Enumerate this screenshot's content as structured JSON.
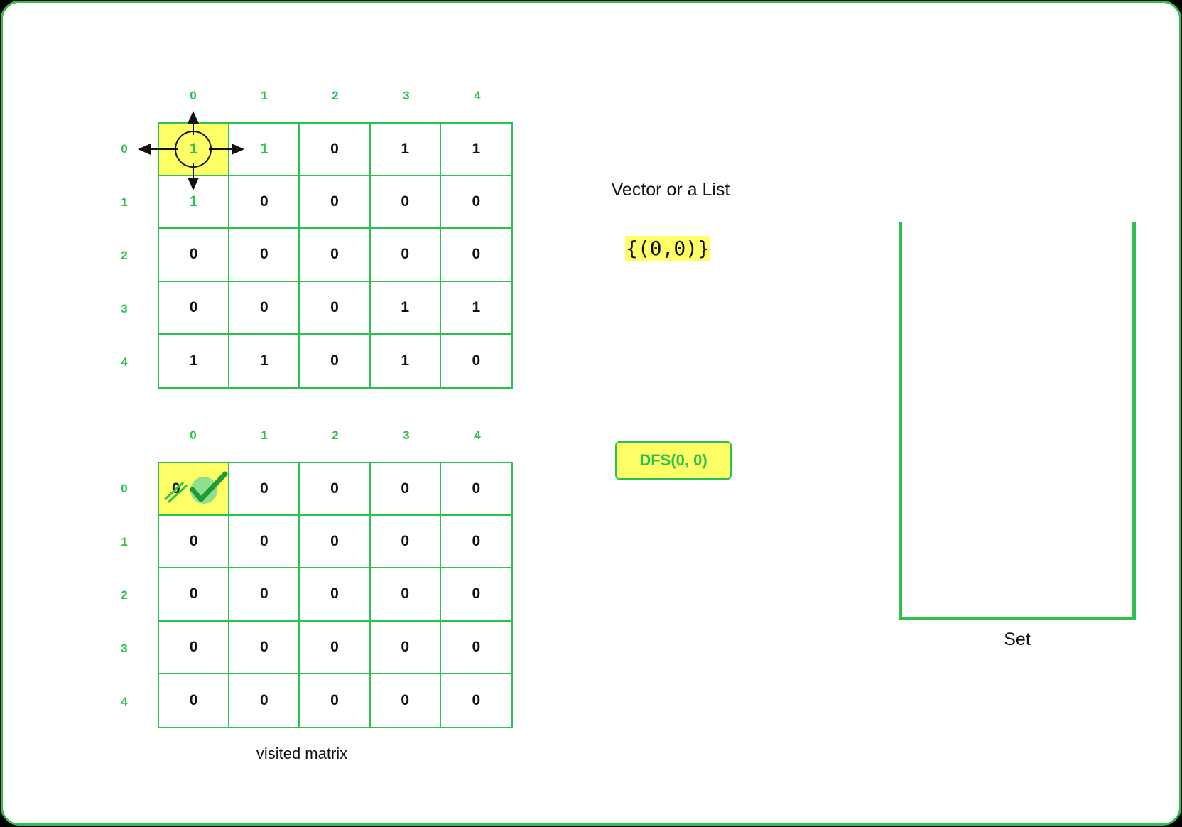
{
  "column_indices": [
    "0",
    "1",
    "2",
    "3",
    "4"
  ],
  "row_indices": [
    "0",
    "1",
    "2",
    "3",
    "4"
  ],
  "matrix": [
    [
      "1",
      "1",
      "0",
      "1",
      "1"
    ],
    [
      "1",
      "0",
      "0",
      "0",
      "0"
    ],
    [
      "0",
      "0",
      "0",
      "0",
      "0"
    ],
    [
      "0",
      "0",
      "0",
      "1",
      "1"
    ],
    [
      "1",
      "1",
      "0",
      "1",
      "0"
    ]
  ],
  "visited": [
    [
      "0",
      "0",
      "0",
      "0",
      "0"
    ],
    [
      "0",
      "0",
      "0",
      "0",
      "0"
    ],
    [
      "0",
      "0",
      "0",
      "0",
      "0"
    ],
    [
      "0",
      "0",
      "0",
      "0",
      "0"
    ],
    [
      "0",
      "0",
      "0",
      "0",
      "0"
    ]
  ],
  "list_title": "Vector or a List",
  "list_value": "{(0,0)}",
  "dfs_call": "DFS(0, 0)",
  "visited_caption": "visited matrix",
  "set_caption": "Set",
  "colors": {
    "accent": "#2cc04f",
    "highlight": "#ffff66",
    "text": "#111111"
  }
}
